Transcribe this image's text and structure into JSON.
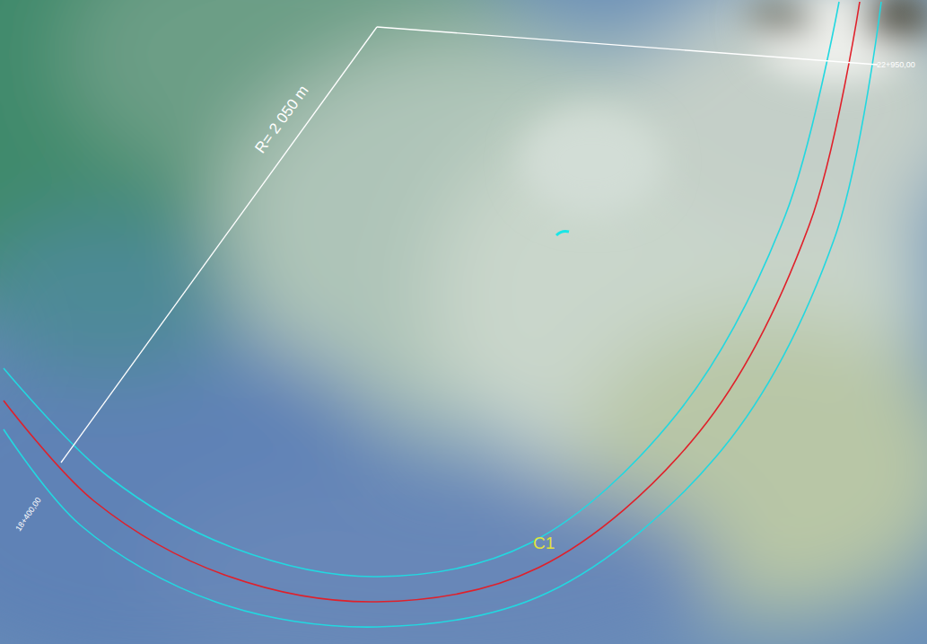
{
  "diagram": {
    "labels": [
      "R= 2 050 m",
      "22+950,00",
      "18+400,00",
      "C1"
    ]
  }
}
